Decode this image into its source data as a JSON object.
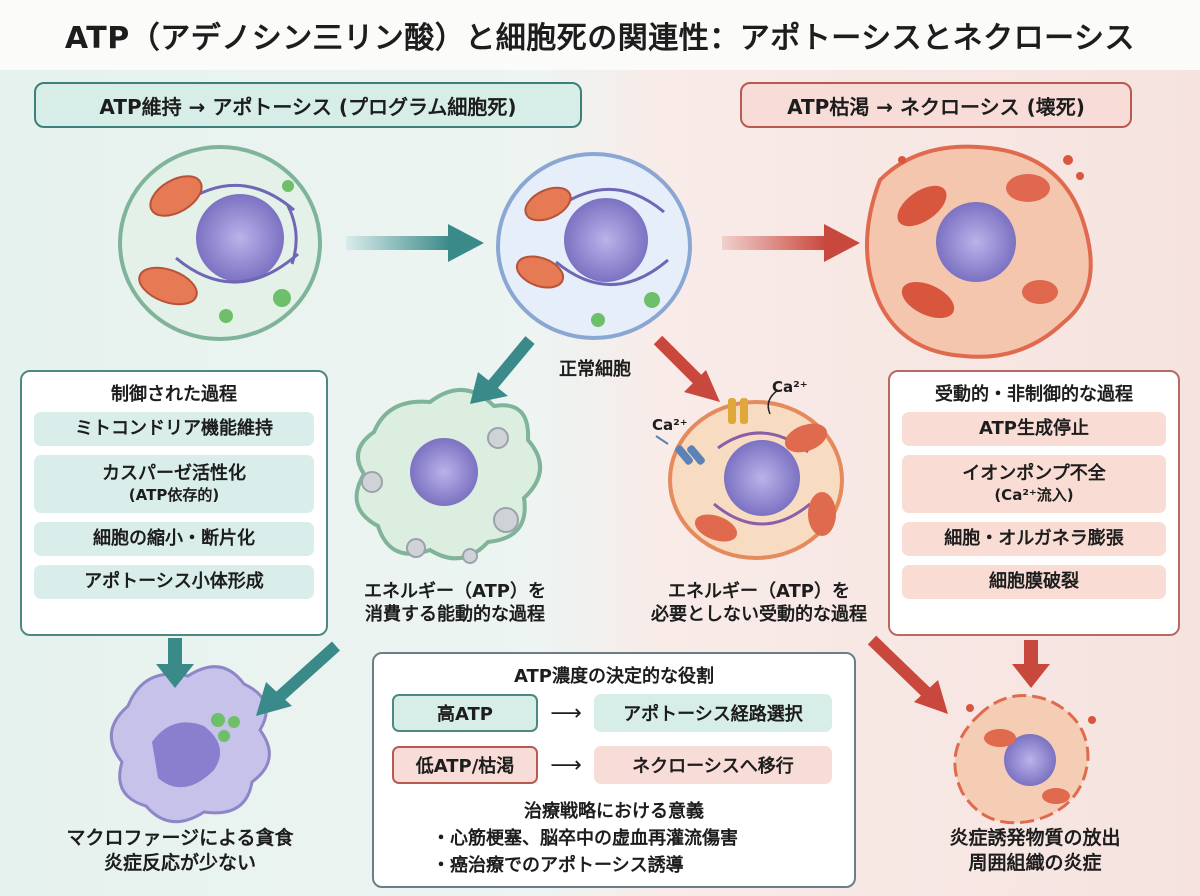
{
  "title": "ATP（アデノシン三リン酸）と細胞死の関連性：アポトーシスとネクローシス",
  "header_left": "ATP維持 → アポトーシス (プログラム細胞死)",
  "header_right": "ATP枯渇 → ネクローシス (壊死)",
  "normal_cell_label": "正常細胞",
  "apoptosis_energy_label": [
    "エネルギー（ATP）を",
    "消費する能動的な過程"
  ],
  "necrosis_energy_label": [
    "エネルギー（ATP）を",
    "必要としない受動的な過程"
  ],
  "ion_label": "Ca²⁺",
  "left_box": {
    "title": "制御された過程",
    "items": [
      "ミトコンドリア機能維持",
      "カスパーゼ活性化",
      "(ATP依存的)",
      "細胞の縮小・断片化",
      "アポトーシス小体形成"
    ]
  },
  "right_box": {
    "title": "受動的・非制御的な過程",
    "items": [
      "ATP生成停止",
      "イオンポンプ不全",
      "(Ca²⁺流入)",
      "細胞・オルガネラ膨張",
      "細胞膜破裂"
    ]
  },
  "center_box": {
    "title": "ATP濃度の決定的な役割",
    "high_atp": "高ATP",
    "high_result": "アポトーシス経路選択",
    "low_atp": "低ATP/枯渇",
    "low_result": "ネクローシスへ移行",
    "significance_title": "治療戦略における意義",
    "significance_items": [
      "・心筋梗塞、脳卒中の虚血再灌流傷害",
      "・癌治療でのアポトーシス誘導"
    ]
  },
  "macrophage_label": [
    "マクロファージによる貪食",
    "炎症反応が少ない"
  ],
  "necrosis_outcome_label": [
    "炎症誘発物質の放出",
    "周囲組織の炎症"
  ],
  "colors": {
    "teal": "#3b8a8a",
    "red": "#c9483e",
    "nucleus": "#8a80c8"
  },
  "icons": [
    "arrow-right-icon",
    "arrow-down-icon",
    "cell-icon",
    "mitochondria-icon",
    "calcium-channel-icon"
  ]
}
